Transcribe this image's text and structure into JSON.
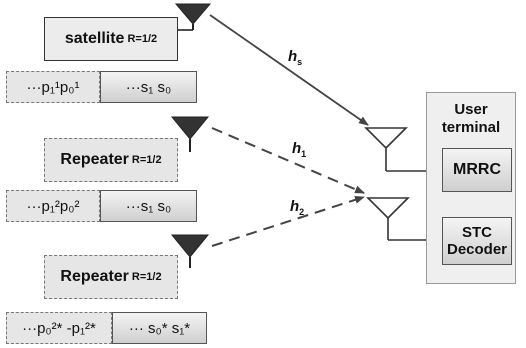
{
  "source": {
    "name": "satellite",
    "rate": "R=1/2",
    "parity_bits": "···p₁¹p₀¹",
    "system_bits": "···s₁ s₀"
  },
  "repeater1": {
    "name": "Repeater",
    "rate": "R=1/2",
    "parity_bits": "···p₁²p₀²",
    "system_bits": "···s₁ s₀"
  },
  "repeater2": {
    "name": "Repeater",
    "rate": "R=1/2",
    "parity_bits": "···p₀²* -p₁²*",
    "system_bits": "··· s₀* s₁*"
  },
  "channels": {
    "hs": {
      "base": "h",
      "sub": "s"
    },
    "h1": {
      "base": "h",
      "sub": "1"
    },
    "h2": {
      "base": "h",
      "sub": "2"
    }
  },
  "terminal": {
    "title_line1": "User",
    "title_line2": "terminal",
    "mrrc": "MRRC",
    "stc_line1": "STC",
    "stc_line2": "Decoder"
  },
  "colors": {
    "line": "#333333",
    "antenna_dark": "#333333",
    "terminal_bg": "#efefef"
  }
}
